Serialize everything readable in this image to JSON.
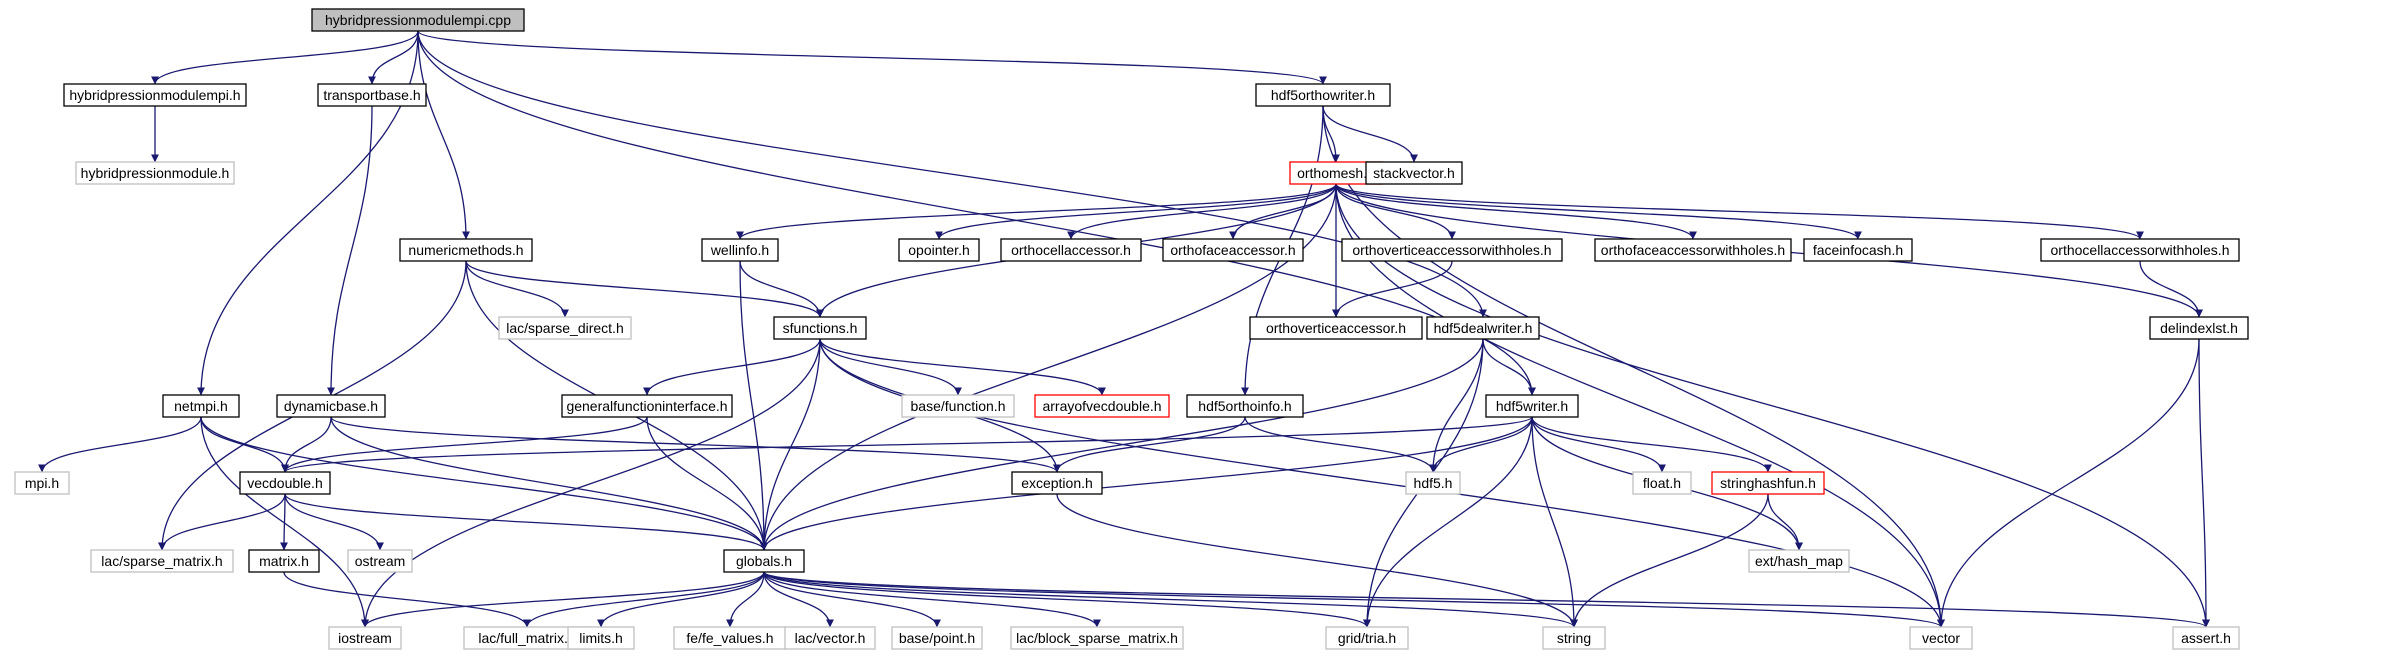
{
  "colors": {
    "root_fill": "#bfbfbf",
    "documented_border": "#000000",
    "undocumented_border": "#c0c0c0",
    "truncated_border": "#ff0000",
    "edge": "#191970"
  },
  "nodes": [
    {
      "id": "root",
      "label": "hybridpressionmodulempi.cpp",
      "kind": "root"
    },
    {
      "id": "hpm_h",
      "label": "hybridpressionmodulempi.h",
      "kind": "documented"
    },
    {
      "id": "transportbase",
      "label": "transportbase.h",
      "kind": "documented"
    },
    {
      "id": "hdf5ortho",
      "label": "hdf5orthowriter.h",
      "kind": "documented"
    },
    {
      "id": "hpm",
      "label": "hybridpressionmodule.h",
      "kind": "external"
    },
    {
      "id": "orthomesh",
      "label": "orthomesh.h",
      "kind": "truncated"
    },
    {
      "id": "stackvector",
      "label": "stackvector.h",
      "kind": "documented"
    },
    {
      "id": "numericmethods",
      "label": "numericmethods.h",
      "kind": "documented"
    },
    {
      "id": "wellinfo",
      "label": "wellinfo.h",
      "kind": "documented"
    },
    {
      "id": "opointer",
      "label": "opointer.h",
      "kind": "documented"
    },
    {
      "id": "orthocellacc",
      "label": "orthocellaccessor.h",
      "kind": "documented"
    },
    {
      "id": "orthofaceacc",
      "label": "orthofaceaccessor.h",
      "kind": "documented"
    },
    {
      "id": "orthovertwh",
      "label": "orthoverticeaccessorwithholes.h",
      "kind": "documented"
    },
    {
      "id": "orthofacewh",
      "label": "orthofaceaccessorwithholes.h",
      "kind": "documented"
    },
    {
      "id": "faceinfocash",
      "label": "faceinfocash.h",
      "kind": "documented"
    },
    {
      "id": "orthocellwh",
      "label": "orthocellaccessorwithholes.h",
      "kind": "documented"
    },
    {
      "id": "lacsparsedirect",
      "label": "lac/sparse_direct.h",
      "kind": "external"
    },
    {
      "id": "sfunctions",
      "label": "sfunctions.h",
      "kind": "documented"
    },
    {
      "id": "orthovertacc",
      "label": "orthoverticeaccessor.h",
      "kind": "documented"
    },
    {
      "id": "hdf5deal",
      "label": "hdf5dealwriter.h",
      "kind": "documented"
    },
    {
      "id": "delindexlst",
      "label": "delindexlst.h",
      "kind": "documented"
    },
    {
      "id": "netmpi",
      "label": "netmpi.h",
      "kind": "documented"
    },
    {
      "id": "dynamicbase",
      "label": "dynamicbase.h",
      "kind": "documented"
    },
    {
      "id": "genfuncif",
      "label": "generalfunctioninterface.h",
      "kind": "documented"
    },
    {
      "id": "basefunction",
      "label": "base/function.h",
      "kind": "external"
    },
    {
      "id": "arrayofvec",
      "label": "arrayofvecdouble.h",
      "kind": "truncated"
    },
    {
      "id": "hdf5orthoinfo",
      "label": "hdf5orthoinfo.h",
      "kind": "documented"
    },
    {
      "id": "hdf5writer",
      "label": "hdf5writer.h",
      "kind": "documented"
    },
    {
      "id": "mpi",
      "label": "mpi.h",
      "kind": "external"
    },
    {
      "id": "vecdouble",
      "label": "vecdouble.h",
      "kind": "documented"
    },
    {
      "id": "exception",
      "label": "exception.h",
      "kind": "documented"
    },
    {
      "id": "hdf5",
      "label": "hdf5.h",
      "kind": "external"
    },
    {
      "id": "float",
      "label": "float.h",
      "kind": "external"
    },
    {
      "id": "stringhashfun",
      "label": "stringhashfun.h",
      "kind": "truncated"
    },
    {
      "id": "lacsparsematrix",
      "label": "lac/sparse_matrix.h",
      "kind": "external"
    },
    {
      "id": "matrix",
      "label": "matrix.h",
      "kind": "documented"
    },
    {
      "id": "ostream",
      "label": "ostream",
      "kind": "external"
    },
    {
      "id": "globals",
      "label": "globals.h",
      "kind": "documented"
    },
    {
      "id": "exthashmap",
      "label": "ext/hash_map",
      "kind": "external"
    },
    {
      "id": "iostream",
      "label": "iostream",
      "kind": "external"
    },
    {
      "id": "lacfullmatrix",
      "label": "lac/full_matrix.h",
      "kind": "external"
    },
    {
      "id": "limits",
      "label": "limits.h",
      "kind": "external"
    },
    {
      "id": "fevalues",
      "label": "fe/fe_values.h",
      "kind": "external"
    },
    {
      "id": "lacvector",
      "label": "lac/vector.h",
      "kind": "external"
    },
    {
      "id": "basepoint",
      "label": "base/point.h",
      "kind": "external"
    },
    {
      "id": "lacblocksparse",
      "label": "lac/block_sparse_matrix.h",
      "kind": "external"
    },
    {
      "id": "gridtria",
      "label": "grid/tria.h",
      "kind": "external"
    },
    {
      "id": "string",
      "label": "string",
      "kind": "external"
    },
    {
      "id": "vector",
      "label": "vector",
      "kind": "external"
    },
    {
      "id": "assert",
      "label": "assert.h",
      "kind": "external"
    }
  ],
  "edges": [
    [
      "root",
      "hpm_h"
    ],
    [
      "root",
      "transportbase"
    ],
    [
      "root",
      "hdf5ortho"
    ],
    [
      "root",
      "numericmethods"
    ],
    [
      "root",
      "netmpi"
    ],
    [
      "root",
      "hdf5deal"
    ],
    [
      "root",
      "hdf5writer"
    ],
    [
      "hpm_h",
      "hpm"
    ],
    [
      "transportbase",
      "dynamicbase"
    ],
    [
      "hdf5ortho",
      "orthomesh"
    ],
    [
      "hdf5ortho",
      "stackvector"
    ],
    [
      "hdf5ortho",
      "hdf5orthoinfo"
    ],
    [
      "hdf5ortho",
      "vector"
    ],
    [
      "orthomesh",
      "wellinfo"
    ],
    [
      "orthomesh",
      "opointer"
    ],
    [
      "orthomesh",
      "orthocellacc"
    ],
    [
      "orthomesh",
      "orthofaceacc"
    ],
    [
      "orthomesh",
      "orthovertwh"
    ],
    [
      "orthomesh",
      "orthofacewh"
    ],
    [
      "orthomesh",
      "faceinfocash"
    ],
    [
      "orthomesh",
      "orthocellwh"
    ],
    [
      "orthomesh",
      "sfunctions"
    ],
    [
      "orthomesh",
      "orthovertacc"
    ],
    [
      "orthomesh",
      "delindexlst"
    ],
    [
      "orthomesh",
      "globals"
    ],
    [
      "orthomesh",
      "vector"
    ],
    [
      "orthomesh",
      "assert"
    ],
    [
      "orthovertwh",
      "orthovertacc"
    ],
    [
      "orthocellwh",
      "delindexlst"
    ],
    [
      "numericmethods",
      "lacsparsedirect"
    ],
    [
      "numericmethods",
      "sfunctions"
    ],
    [
      "numericmethods",
      "globals"
    ],
    [
      "numericmethods",
      "lacsparsematrix"
    ],
    [
      "wellinfo",
      "sfunctions"
    ],
    [
      "wellinfo",
      "globals"
    ],
    [
      "sfunctions",
      "genfuncif"
    ],
    [
      "sfunctions",
      "basefunction"
    ],
    [
      "sfunctions",
      "arrayofvec"
    ],
    [
      "sfunctions",
      "exception"
    ],
    [
      "sfunctions",
      "globals"
    ],
    [
      "sfunctions",
      "iostream"
    ],
    [
      "sfunctions",
      "vector"
    ],
    [
      "hdf5deal",
      "hdf5writer"
    ],
    [
      "hdf5deal",
      "hdf5"
    ],
    [
      "hdf5deal",
      "globals"
    ],
    [
      "hdf5deal",
      "gridtria"
    ],
    [
      "delindexlst",
      "vector"
    ],
    [
      "delindexlst",
      "assert"
    ],
    [
      "netmpi",
      "mpi"
    ],
    [
      "netmpi",
      "vecdouble"
    ],
    [
      "netmpi",
      "globals"
    ],
    [
      "netmpi",
      "iostream"
    ],
    [
      "dynamicbase",
      "vecdouble"
    ],
    [
      "dynamicbase",
      "exception"
    ],
    [
      "dynamicbase",
      "globals"
    ],
    [
      "genfuncif",
      "vecdouble"
    ],
    [
      "genfuncif",
      "globals"
    ],
    [
      "hdf5orthoinfo",
      "exception"
    ],
    [
      "hdf5orthoinfo",
      "hdf5"
    ],
    [
      "hdf5writer",
      "vecdouble"
    ],
    [
      "hdf5writer",
      "hdf5"
    ],
    [
      "hdf5writer",
      "float"
    ],
    [
      "hdf5writer",
      "stringhashfun"
    ],
    [
      "hdf5writer",
      "exthashmap"
    ],
    [
      "hdf5writer",
      "globals"
    ],
    [
      "hdf5writer",
      "gridtria"
    ],
    [
      "hdf5writer",
      "string"
    ],
    [
      "vecdouble",
      "lacsparsematrix"
    ],
    [
      "vecdouble",
      "matrix"
    ],
    [
      "vecdouble",
      "ostream"
    ],
    [
      "vecdouble",
      "globals"
    ],
    [
      "exception",
      "string"
    ],
    [
      "stringhashfun",
      "exthashmap"
    ],
    [
      "stringhashfun",
      "string"
    ],
    [
      "matrix",
      "lacfullmatrix"
    ],
    [
      "globals",
      "iostream"
    ],
    [
      "globals",
      "lacfullmatrix"
    ],
    [
      "globals",
      "limits"
    ],
    [
      "globals",
      "fevalues"
    ],
    [
      "globals",
      "lacvector"
    ],
    [
      "globals",
      "basepoint"
    ],
    [
      "globals",
      "lacblocksparse"
    ],
    [
      "globals",
      "gridtria"
    ],
    [
      "globals",
      "string"
    ],
    [
      "globals",
      "vector"
    ],
    [
      "globals",
      "assert"
    ]
  ]
}
